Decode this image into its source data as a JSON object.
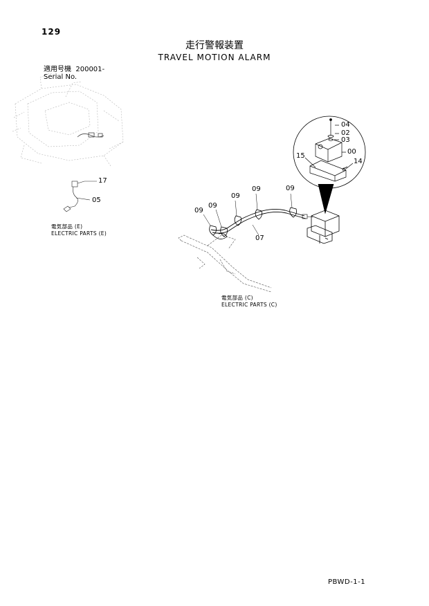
{
  "page_number": "129",
  "title": {
    "japanese": "走行警報装置",
    "english": "TRAVEL MOTION ALARM"
  },
  "serial": {
    "label_jp": "適用号機",
    "value": "200001-",
    "label_en": "Serial No."
  },
  "callouts": {
    "p17": "17",
    "p05": "05",
    "p09a": "09",
    "p09b": "09",
    "p09c": "09",
    "p09d": "09",
    "p09e": "09",
    "p07": "07",
    "p04": "04",
    "p02": "02",
    "p03": "03",
    "p00": "00",
    "p15": "15",
    "p14": "14"
  },
  "references": {
    "electric_e_jp": "電気部品 (E)",
    "electric_e_en": "ELECTRIC PARTS (E)",
    "electric_c_jp": "電気部品 (C)",
    "electric_c_en": "ELECTRIC PARTS (C)"
  },
  "footer_code": "PBWD-1-1"
}
